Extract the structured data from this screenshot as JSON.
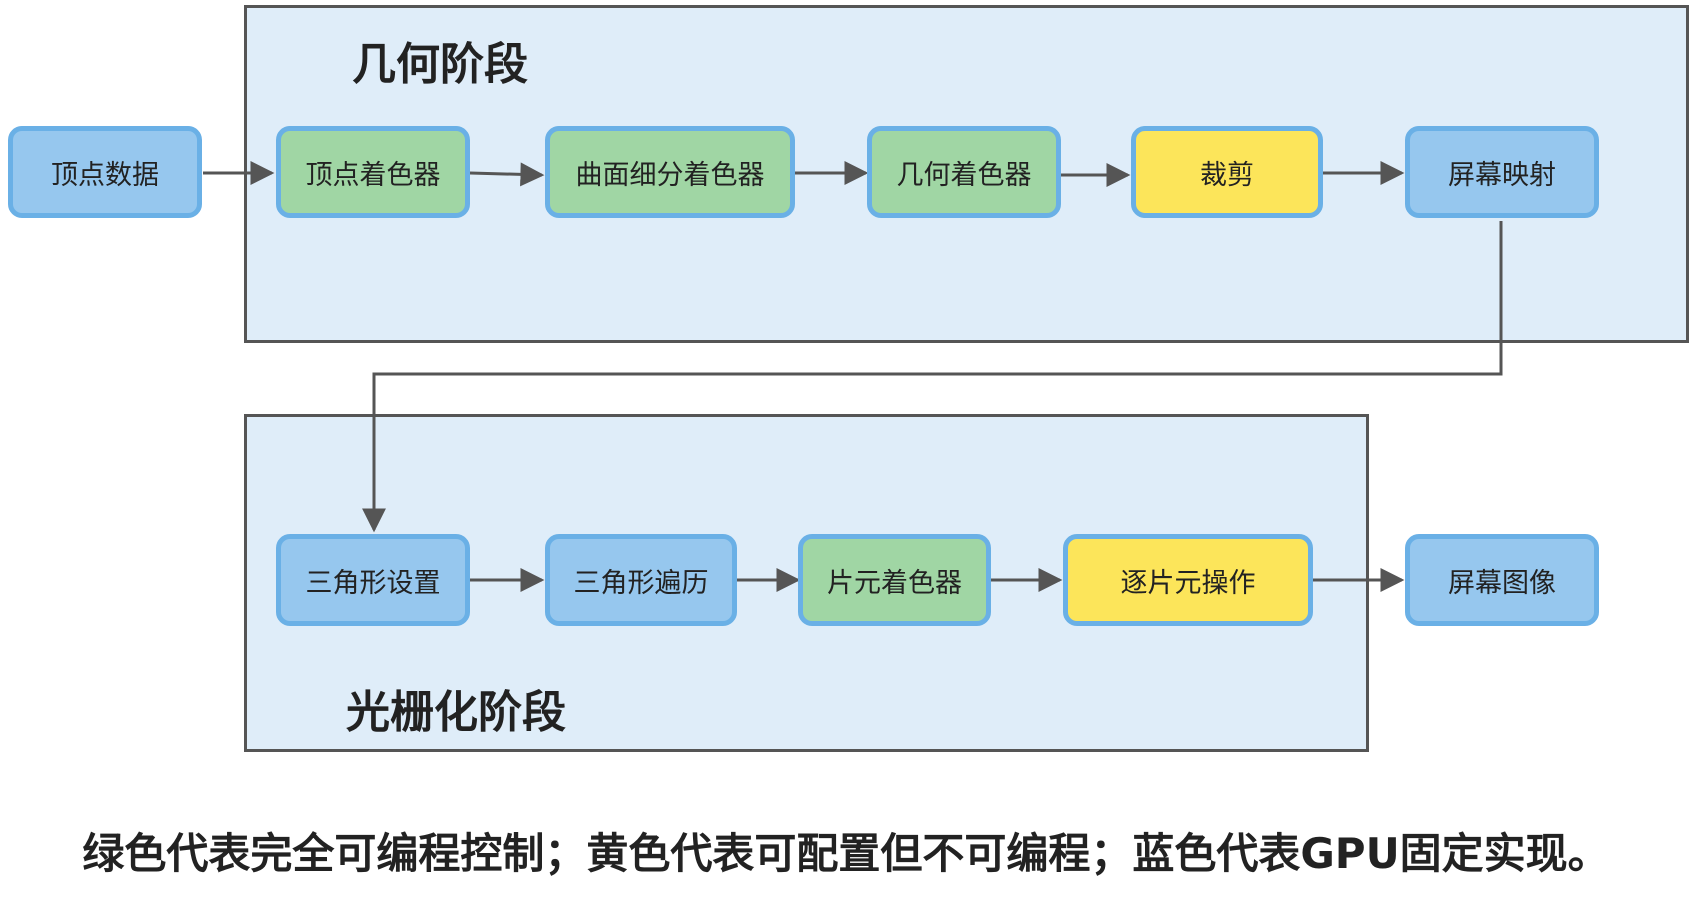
{
  "stages": {
    "geometry_title": "几何阶段",
    "raster_title": "光栅化阶段"
  },
  "nodes": {
    "vertex_data": "顶点数据",
    "vertex_shader": "顶点着色器",
    "tessellation_shader": "曲面细分着色器",
    "geometry_shader": "几何着色器",
    "clipping": "裁剪",
    "screen_mapping": "屏幕映射",
    "triangle_setup": "三角形设置",
    "triangle_traversal": "三角形遍历",
    "fragment_shader": "片元着色器",
    "per_fragment_ops": "逐片元操作",
    "screen_image": "屏幕图像"
  },
  "caption": "绿色代表完全可编程控制；黄色代表可配置但不可编程；蓝色代表GPU固定实现。",
  "colors": {
    "programmable": "#a0d6a4",
    "configurable": "#fce55a",
    "fixed": "#96c7ee",
    "node_border": "#6ab0e6",
    "panel_fill": "#dfedf9",
    "connector": "#555555"
  }
}
